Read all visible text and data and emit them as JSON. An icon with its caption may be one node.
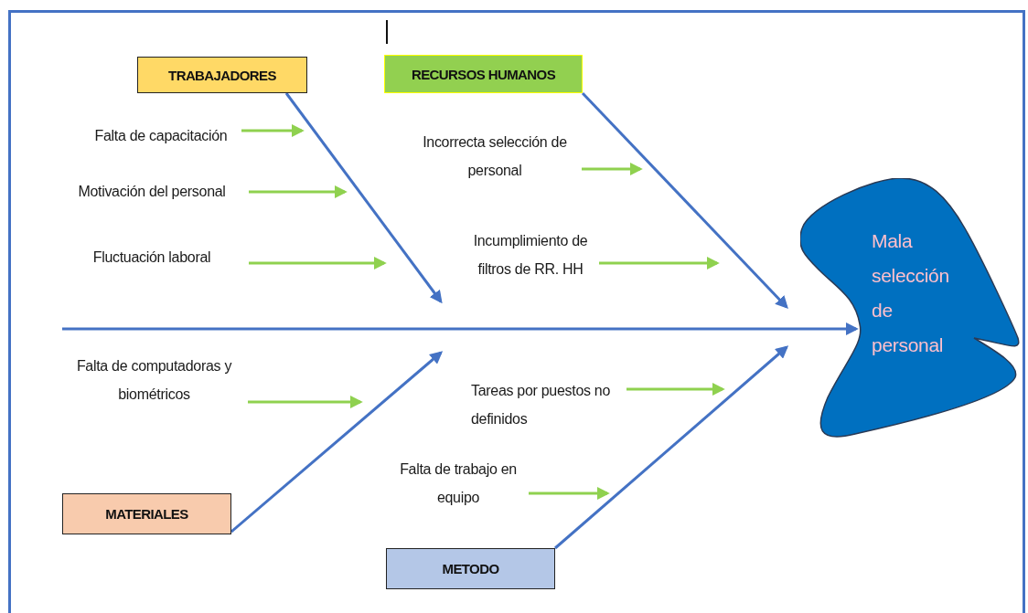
{
  "diagram": {
    "nodes": [
      {
        "text": [
          "TRABAJADORES"
        ]
      },
      {
        "text": [
          "RECURSOS HUMANOS"
        ]
      },
      {
        "text": [
          "MATERIALES"
        ]
      },
      {
        "text": [
          "METODO"
        ]
      },
      {
        "text": [
          "Mala selección de personal"
        ]
      },
      {
        "text": [
          "Falta de capacitación"
        ]
      },
      {
        "text": [
          "Motivación del personal"
        ]
      },
      {
        "text": [
          "Fluctuación laboral"
        ]
      },
      {
        "text": [
          "Incorrecta selección de personal"
        ]
      },
      {
        "text": [
          "Incumplimiento de filtros de RR.  HH"
        ]
      },
      {
        "text": [
          "Falta de computadoras y biométricos"
        ]
      },
      {
        "text": [
          "Tareas por puestos no definidos"
        ]
      },
      {
        "text": [
          "Falta de trabajo en equipo"
        ]
      }
    ],
    "edges": [
      {
        "from": 0,
        "to": null,
        "arrow": "to",
        "color": "#4472c4"
      },
      {
        "from": 1,
        "to": null,
        "arrow": "to",
        "color": "#4472c4"
      },
      {
        "from": 2,
        "to": null,
        "arrow": "to",
        "color": "#4472c4"
      },
      {
        "from": 3,
        "to": null,
        "arrow": "to",
        "color": "#4472c4"
      },
      {
        "from": null,
        "to": 4,
        "arrow": "to",
        "color": "#4472c4"
      },
      {
        "from": 5,
        "to": null,
        "arrow": "to"
      },
      {
        "from": 6,
        "to": null,
        "arrow": "to"
      },
      {
        "from": 7,
        "to": null,
        "arrow": "to"
      },
      {
        "from": 8,
        "to": null,
        "arrow": "to"
      },
      {
        "from": 9,
        "to": null,
        "arrow": "to"
      },
      {
        "from": 10,
        "to": null,
        "arrow": "to"
      },
      {
        "from": 11,
        "to": null,
        "arrow": "to"
      },
      {
        "from": 12,
        "to": null,
        "arrow": "to"
      }
    ]
  }
}
